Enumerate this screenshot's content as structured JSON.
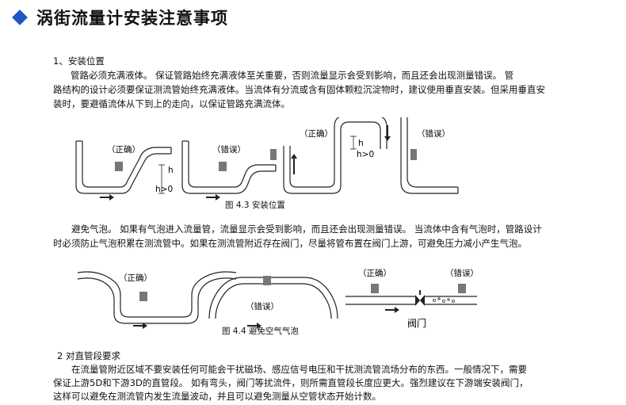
{
  "header": {
    "title": "涡街流量计安装注意事项"
  },
  "section1": {
    "heading": "1、安装位置",
    "lines": [
      "管路必须充满液体。 保证管路始终充满液体至关重要，否则流量显示会受到影响，而且还会出现测量错误。 管",
      "路结构的设计必须要保证测流管始终充满液体。当流体有分流或含有固体颗粒沉淀物时，建议使用垂直安装。但采用垂直安",
      "装时，要避循流体从下到上的走向，以保证管路充满流体。"
    ],
    "fig_caption": "图 4.3   安装位置",
    "labels": {
      "correct": "（正确）",
      "wrong": "（错误）",
      "h": "h",
      "h_gt_0": "h>0"
    }
  },
  "section_bubble": {
    "lines": [
      "避免气泡。 如果有气泡进入流量管，流量显示会受到影响，而且还会出现测量错误。 当流体中含有气泡时，管路设计",
      "时必须防止气泡积累在测流管中。如果在测流管附近存在阀门，尽量将管布置在阀门上游，可避免压力减小产生气泡。"
    ],
    "fig_caption": "图 4.4  避免空气气泡",
    "labels": {
      "correct": "（正确）",
      "wrong": "（错误）",
      "valve": "阀门"
    }
  },
  "section2": {
    "heading": "2  对直管段要求",
    "lines": [
      "在流量管附近区域不要安装任何可能会干扰磁场、感应信号电压和干扰测流管流场分布的东西。一般情况下，需要",
      "保证上游5D和下游3D的直管段。 如有弯头，阀门等扰流件，则所需直管段长度应更大。强烈建议在下游端安装阀门，",
      "这样可以避免在测流管内发生流量波动，并且可以避免测量从空管状态开始计数。"
    ]
  },
  "colors": {
    "accent": "#1f56c4",
    "pipe_stroke": "#222222",
    "pipe_fill": "#ffffff"
  }
}
